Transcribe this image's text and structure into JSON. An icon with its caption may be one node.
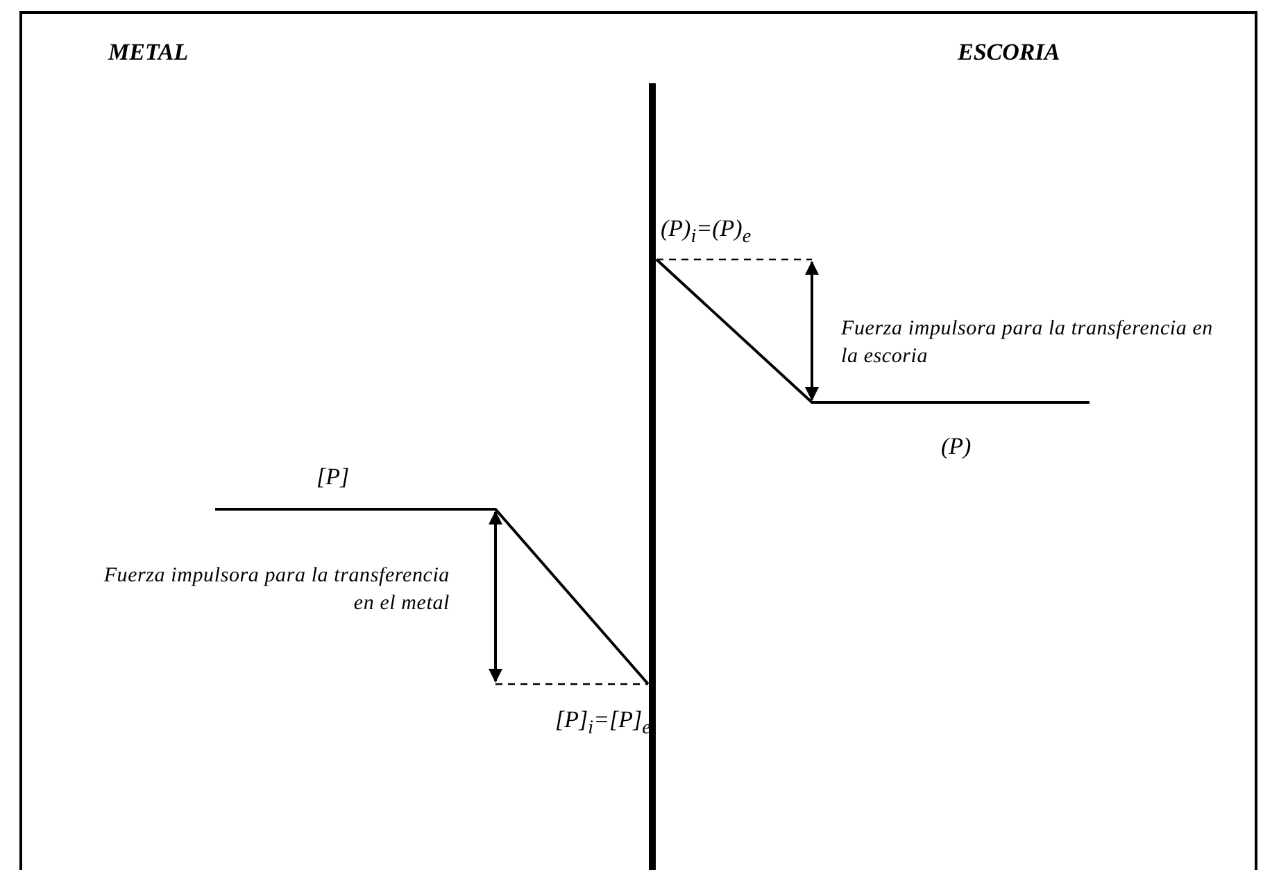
{
  "diagram": {
    "labels": [
      "METAL",
      "ESCORIA",
      "(P)$_{i}$=(P)$_{e}$",
      "Fuerza impulsora para la transferencia en la escoria",
      "(P)",
      "[P]",
      "Fuerza impulsora para la transferencia en el metal",
      "[P]$_{i}$=[P]$_{e}$"
    ]
  }
}
